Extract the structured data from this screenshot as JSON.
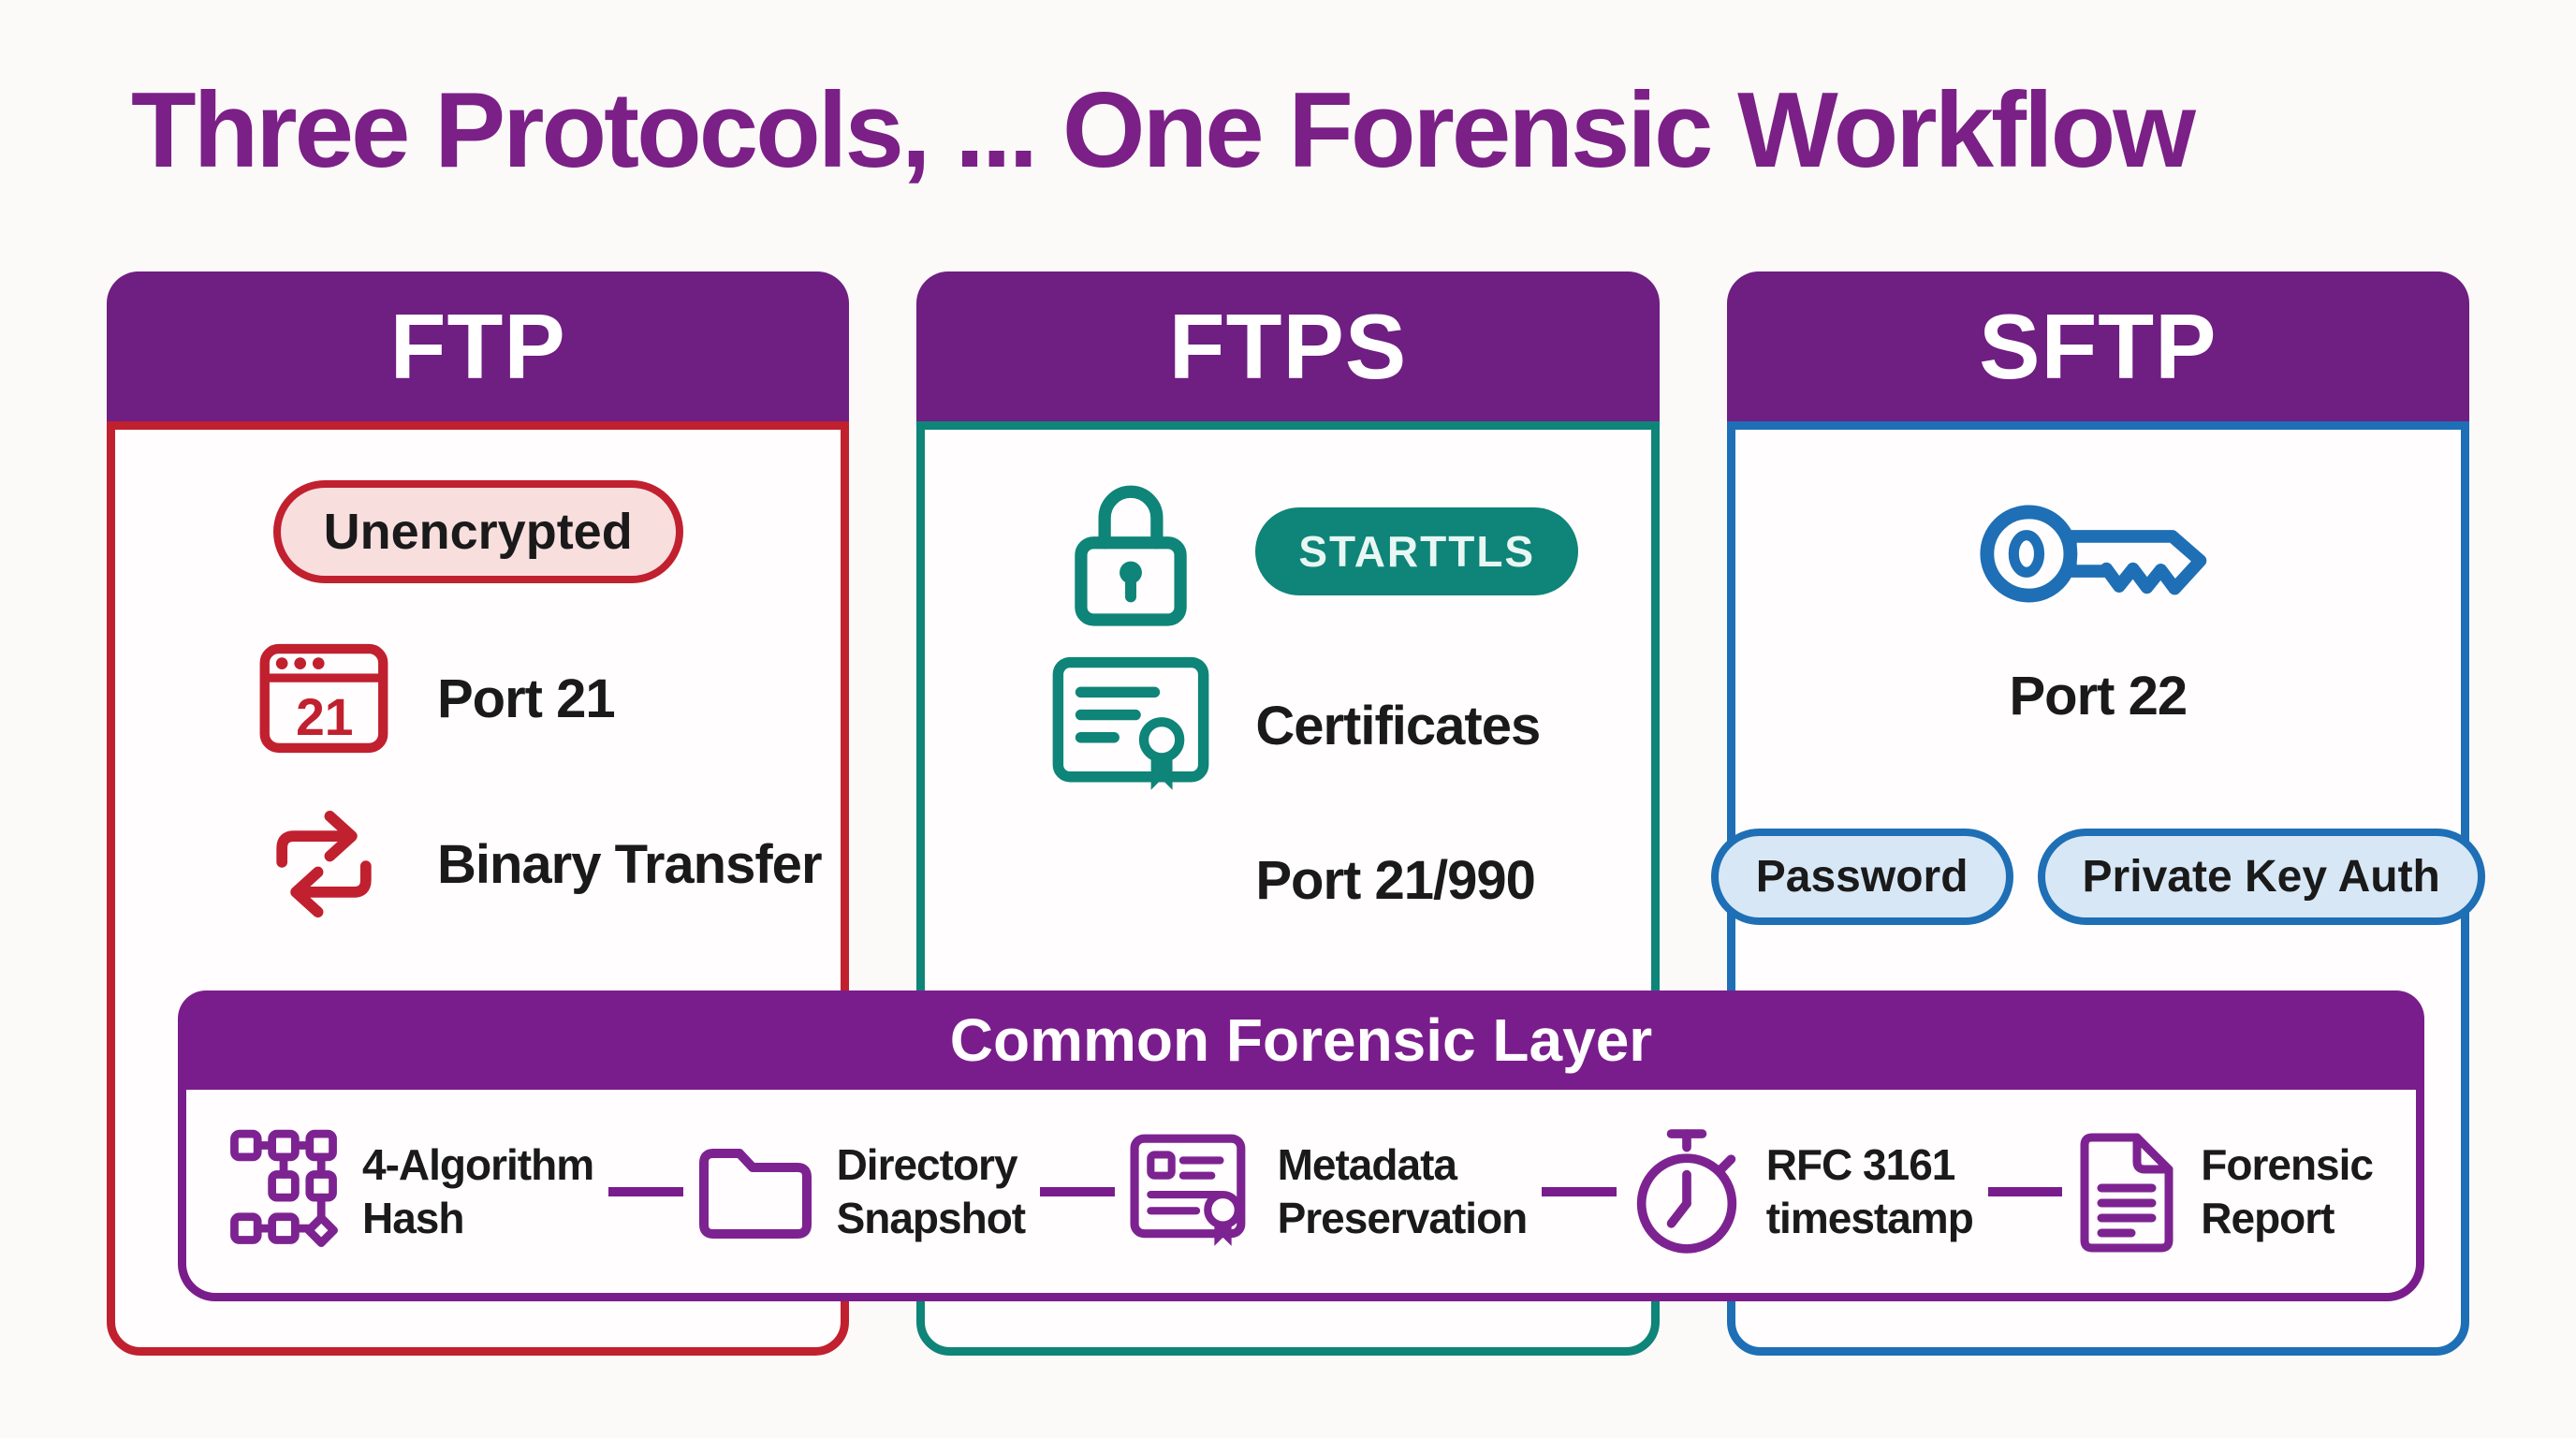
{
  "title": "Three Protocols, ... One Forensic Workflow",
  "colors": {
    "title_purple": "#7b2086",
    "card_header_purple": "#6f1e82",
    "forensic_purple": "#7a1d8c",
    "icon_purple": "#7d2391",
    "ftp_red": "#c1202f",
    "ftp_pill_fill": "#f9dede",
    "ftps_teal": "#0f8478",
    "sftp_blue": "#1e6fb5",
    "sftp_pill_fill": "#d8e7f5",
    "background": "#fbfaf9"
  },
  "cards": [
    {
      "title": "FTP",
      "badge": "Unencrypted",
      "port_icon_text": "21",
      "rows": [
        {
          "label": "Port 21",
          "icon": "browser-port-icon"
        },
        {
          "label": "Binary Transfer",
          "icon": "transfer-arrows-icon"
        }
      ]
    },
    {
      "title": "FTPS",
      "badge": "STARTTLS",
      "rows": [
        {
          "label": "Certificates",
          "icon": "certificate-icon"
        },
        {
          "label": "Port 21/990",
          "icon": null
        }
      ]
    },
    {
      "title": "SFTP",
      "port_label": "Port 22",
      "badges": [
        "Password",
        "Private Key Auth"
      ]
    }
  ],
  "forensic": {
    "title": "Common Forensic Layer",
    "items": [
      {
        "label": "4-Algorithm\nHash",
        "icon": "hash-tree-icon"
      },
      {
        "label": "Directory\nSnapshot",
        "icon": "folder-icon"
      },
      {
        "label": "Metadata\nPreservation",
        "icon": "certificate-ribbon-icon"
      },
      {
        "label": "RFC 3161\ntimestamp",
        "icon": "stopwatch-icon"
      },
      {
        "label": "Forensic\nReport",
        "icon": "report-document-icon"
      }
    ]
  }
}
